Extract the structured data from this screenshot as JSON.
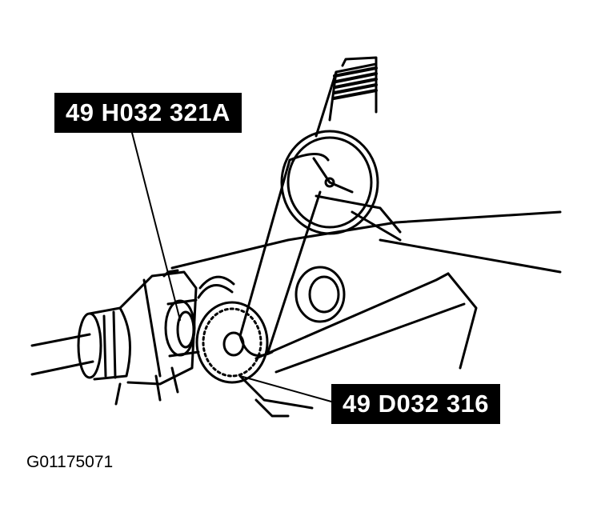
{
  "callouts": {
    "upper_left": "49 H032 321A",
    "lower_right": "49 D032 316"
  },
  "figure_id": "G01175071",
  "colors": {
    "ink": "#000000",
    "paper": "#ffffff"
  }
}
